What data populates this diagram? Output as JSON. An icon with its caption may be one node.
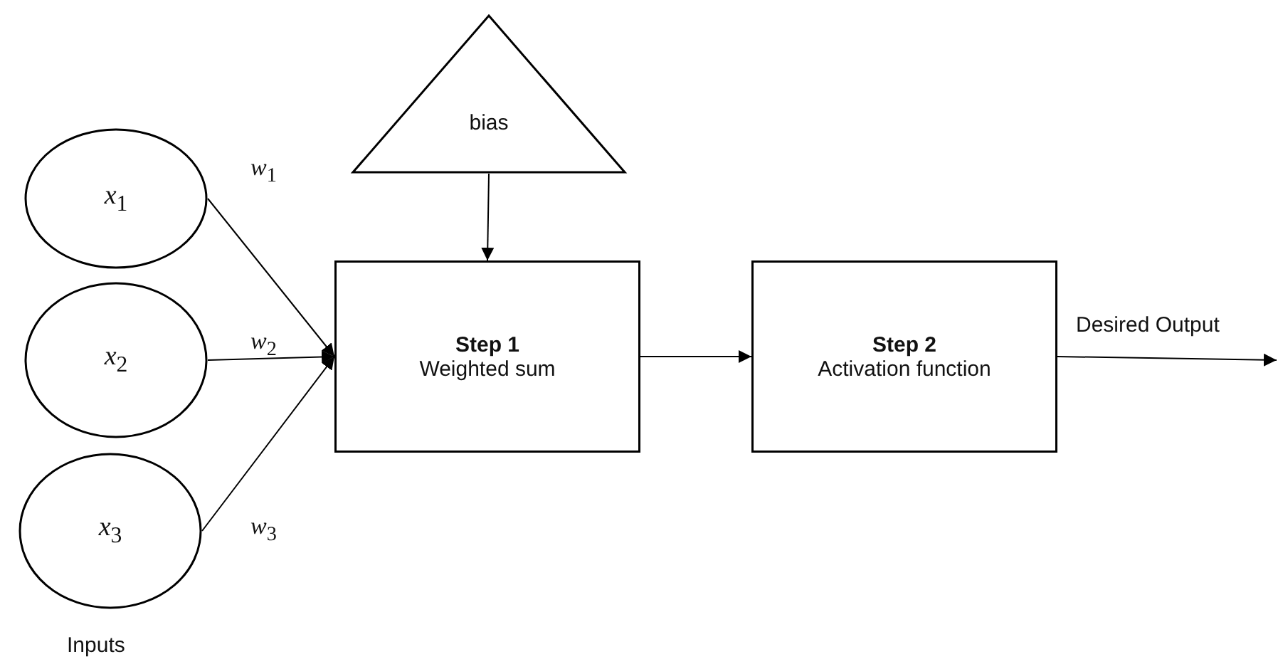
{
  "diagram": {
    "nodes": [
      {
        "text": [
          "*x*$_{1}$"
        ]
      },
      {
        "text": [
          "*x*$_{2}$"
        ]
      },
      {
        "text": [
          "*x*$_{3}$"
        ]
      },
      {
        "text": [
          "bias"
        ]
      },
      {
        "text": [
          "Step 1",
          "Weighted sum"
        ]
      },
      {
        "text": [
          "Step 2",
          "Activation function"
        ]
      }
    ],
    "edges": [
      {
        "from": 0,
        "to": 4,
        "arrow": "to",
        "label": "*w*$_{1}$"
      },
      {
        "from": 1,
        "to": 4,
        "arrow": "to",
        "label": "*w*$_{2}$"
      },
      {
        "from": 2,
        "to": 4,
        "arrow": "to",
        "label": "*w*$_{3}$"
      },
      {
        "from": 3,
        "to": 4,
        "arrow": "to"
      },
      {
        "from": 4,
        "to": 5,
        "arrow": "to"
      },
      {
        "from": 5,
        "to": null,
        "arrow": "to",
        "label": "Desired Output"
      }
    ],
    "labels": [
      "Inputs"
    ]
  }
}
